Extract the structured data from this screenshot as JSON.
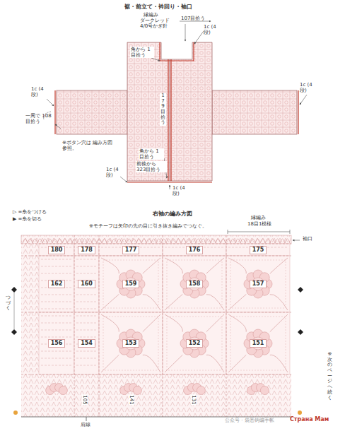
{
  "diagram": {
    "nodes": [
      {
        "text": [
          "180"
        ]
      },
      {
        "text": [
          "178"
        ]
      },
      {
        "text": [
          "177"
        ]
      },
      {
        "text": [
          "176"
        ]
      },
      {
        "text": [
          "175"
        ]
      },
      {
        "text": [
          "162"
        ]
      },
      {
        "text": [
          "160"
        ]
      },
      {
        "text": [
          "159"
        ]
      },
      {
        "text": [
          "158"
        ]
      },
      {
        "text": [
          "157"
        ]
      },
      {
        "text": [
          "156"
        ]
      },
      {
        "text": [
          "154"
        ]
      },
      {
        "text": [
          "153"
        ]
      },
      {
        "text": [
          "152"
        ]
      },
      {
        "text": [
          "151"
        ]
      }
    ],
    "labels": [
      "裾・前立て・衿回り・袖口",
      "縁編み",
      "ダークレッド",
      "4/0号かぎ針",
      "107目拾う",
      "1c (4段)",
      "1c (4段)",
      "1c (4段)",
      "一周で 108目拾う",
      "角から 1目拾う",
      "179目拾う",
      "※ボタン穴は 編み方図参照。",
      "角から 1目拾う",
      "前後から 323目拾う",
      "1c (4段)",
      "1c (4段)",
      "▷ =糸をつける",
      "▶ =糸を切る",
      "右袖の編み方図",
      "※モチーフは矢印の先の目に引き抜き編みでつなぐ。",
      "縁編み",
      "18目1模様",
      "袖口",
      "つづく",
      "※次のページへ続く",
      "105",
      "141",
      "131",
      "肩線",
      "公众号 · 袋悉钩编手帐",
      "Страна Мам"
    ]
  }
}
